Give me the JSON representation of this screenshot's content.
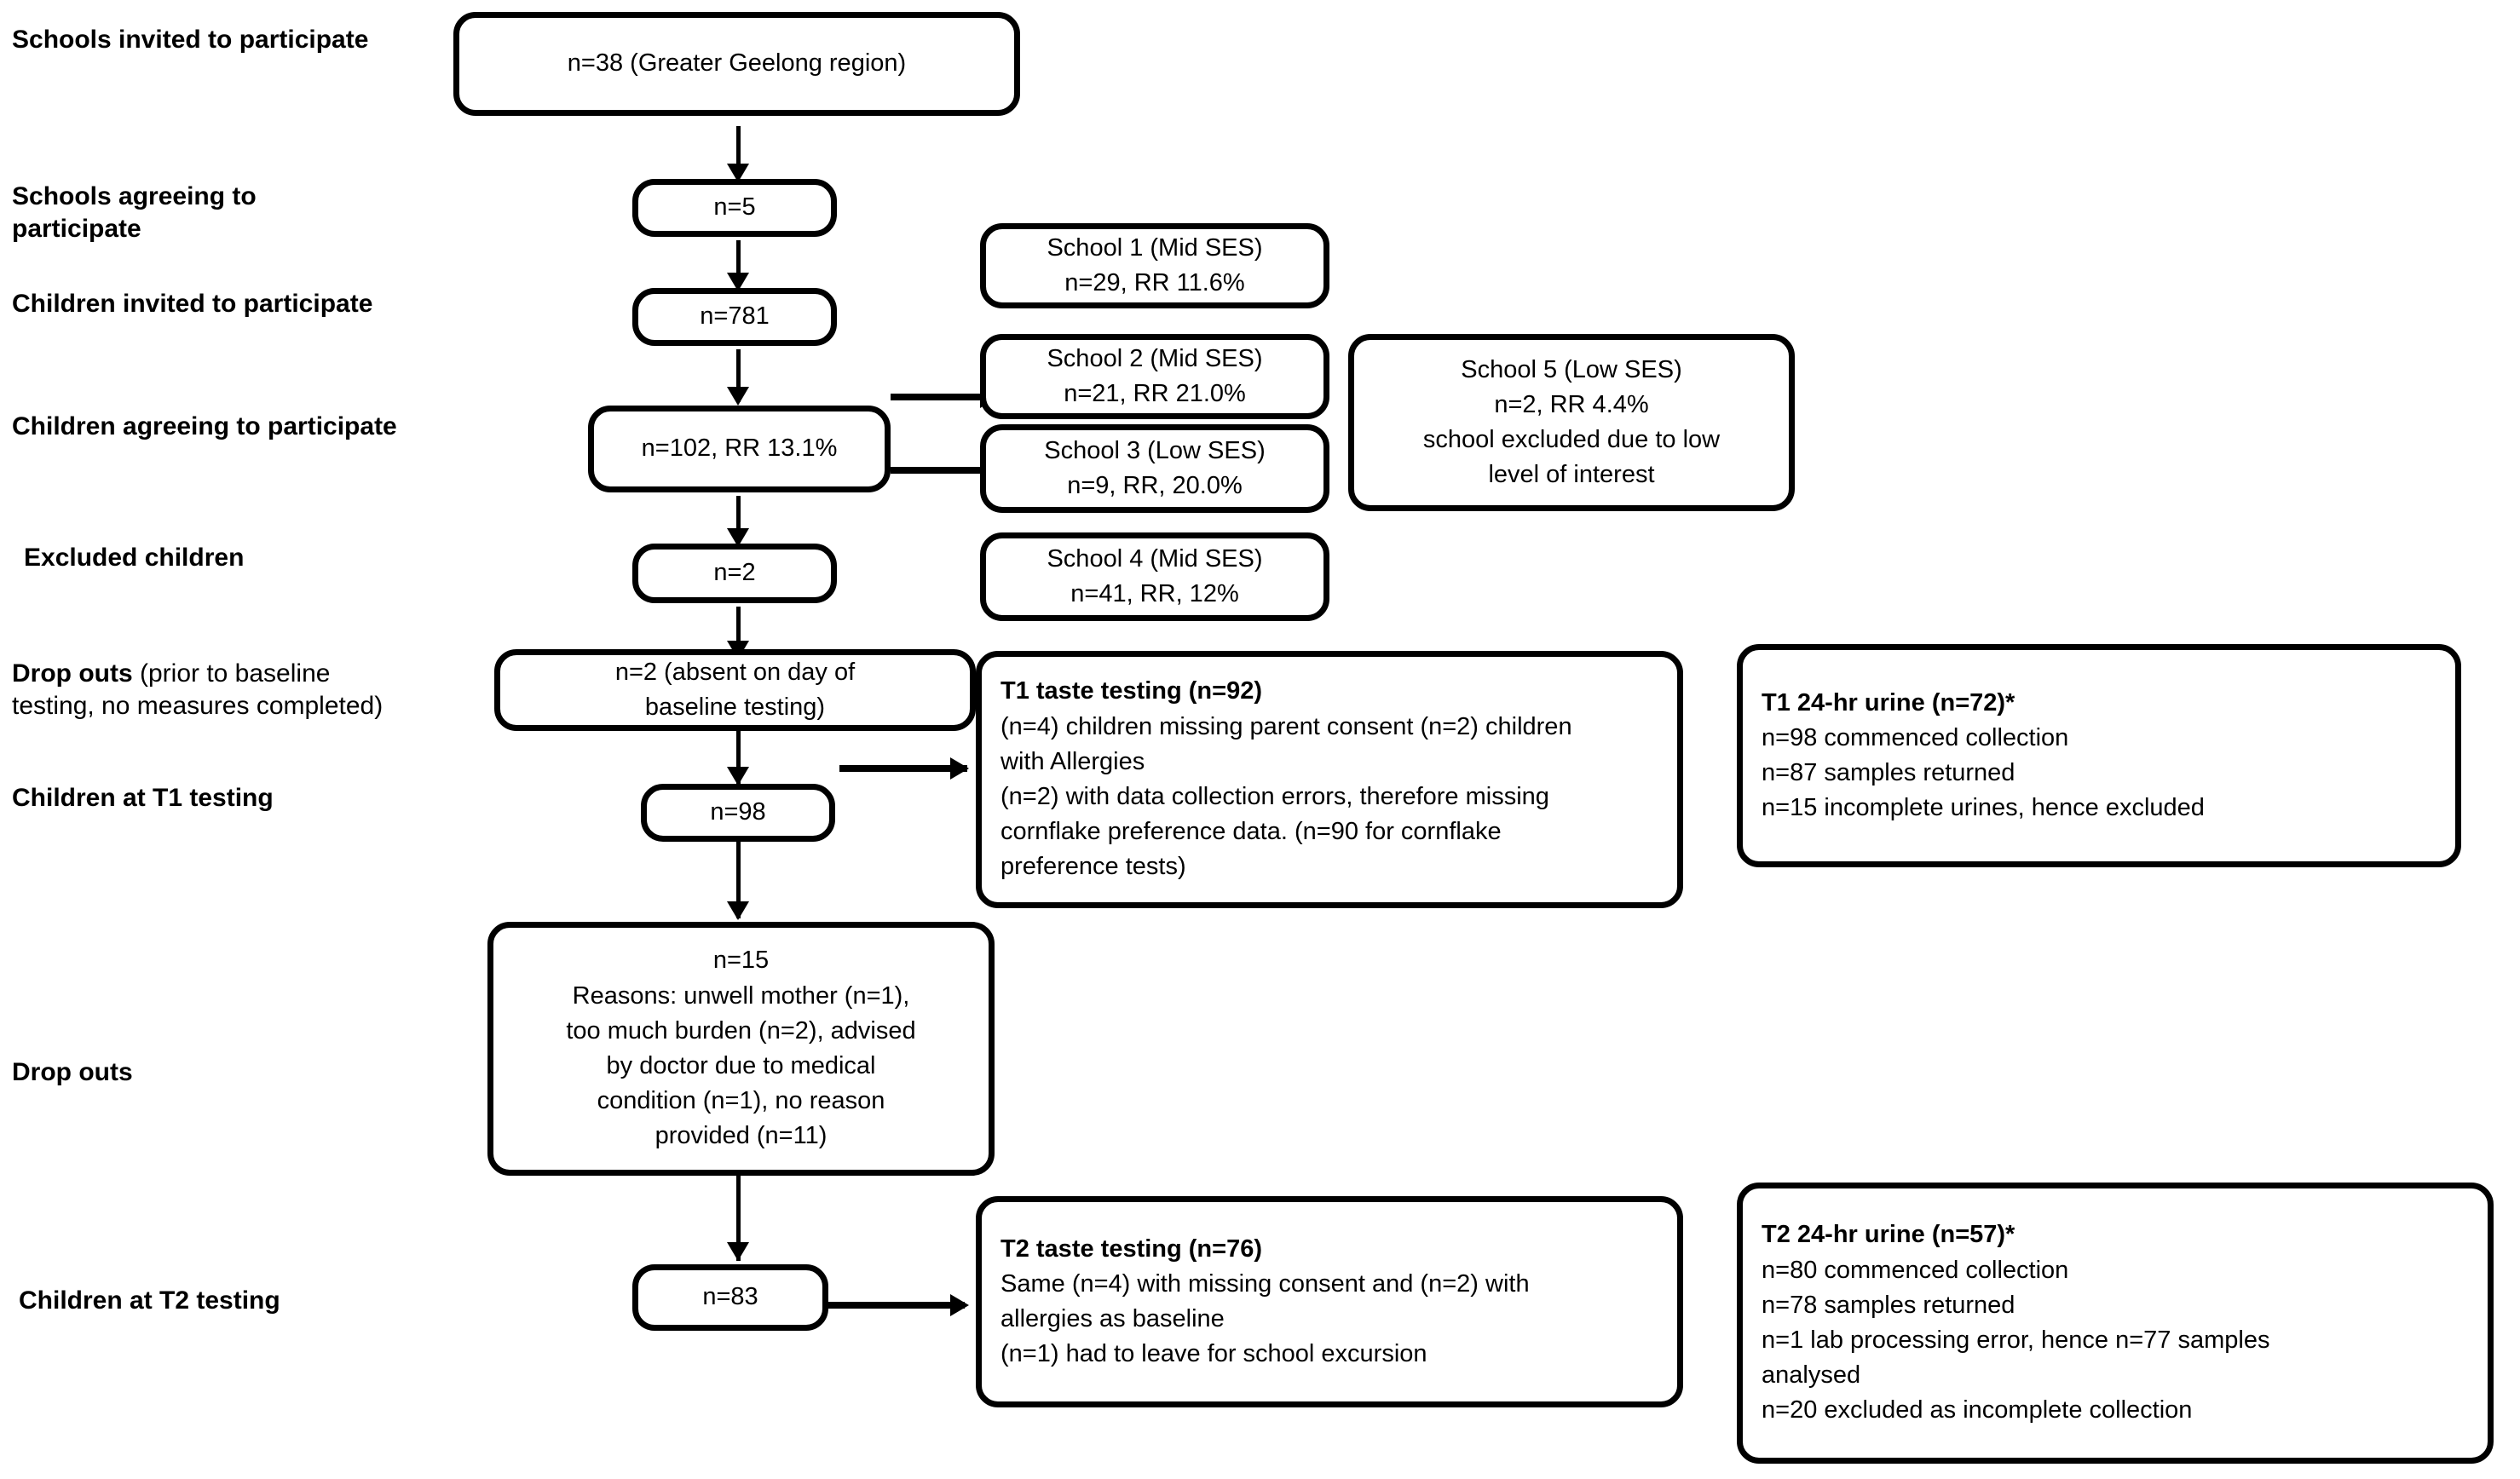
{
  "figure": {
    "type": "flowchart",
    "title": "Participant flow diagram",
    "accent_color": "#000000",
    "background_color": "#ffffff"
  },
  "stage_labels": [
    {
      "id": "schools-invited",
      "text": "Schools invited to participate"
    },
    {
      "id": "schools-agreeing",
      "text": "Schools agreeing to\nparticipate"
    },
    {
      "id": "children-invited",
      "text": "Children invited to participate"
    },
    {
      "id": "children-agreeing",
      "text": "Children agreeing to participate"
    },
    {
      "id": "excluded-children",
      "text": "Excluded children"
    },
    {
      "id": "dropouts-baseline",
      "bold": "Drop outs",
      "rest": " (prior to baseline\ntesting, no measures completed)"
    },
    {
      "id": "children-t1",
      "text": "Children at T1 testing"
    },
    {
      "id": "dropouts",
      "text": "Drop outs"
    },
    {
      "id": "children-t2",
      "text": "Children at T2 testing"
    }
  ],
  "flow_boxes": {
    "schools_invited": {
      "line1": "n=38 (Greater Geelong region)"
    },
    "schools_agreed": {
      "line1": "n=5"
    },
    "children_invited": {
      "line1": "n=781"
    },
    "children_agreed": {
      "line1": "n=102, RR 13.1%"
    },
    "excluded": {
      "line1": "n=2"
    },
    "dropouts_baseline": {
      "line1": "n=2 (absent on day of",
      "line2": "baseline testing)"
    },
    "children_t1": {
      "line1": "n=98"
    },
    "dropouts": {
      "line1": "n=15",
      "line2": "Reasons: unwell mother (n=1),",
      "line3": "too much burden (n=2), advised",
      "line4": "by doctor due to medical",
      "line5": "condition (n=1), no reason",
      "line6": "provided (n=11)"
    },
    "children_t2": {
      "line1": "n=83"
    }
  },
  "school_boxes": [
    {
      "id": "school-1",
      "line1": "School 1 (Mid SES)",
      "line2": "n=29, RR 11.6%"
    },
    {
      "id": "school-2",
      "line1": "School 2 (Mid SES)",
      "line2": "n=21, RR 21.0%"
    },
    {
      "id": "school-3",
      "line1": "School 3 (Low SES)",
      "line2": "n=9, RR, 20.0%"
    },
    {
      "id": "school-4",
      "line1": "School 4 (Mid SES)",
      "line2": "n=41, RR, 12%"
    }
  ],
  "school_excluded": {
    "line1": "School 5 (Low SES)",
    "line2": "n=2, RR 4.4%",
    "line3": "school excluded due to low",
    "line4": "level of interest"
  },
  "outcome_boxes": {
    "t1_taste": {
      "header": "T1 taste testing (n=92)",
      "line1": "(n=4) children missing parent consent (n=2) children",
      "line2": "with Allergies",
      "line3": "(n=2) with data collection errors, therefore missing",
      "line4": "cornflake preference data. (n=90 for cornflake",
      "line5": "preference tests)"
    },
    "t1_urine": {
      "header": "T1 24-hr urine (n=72)*",
      "line1": "n=98 commenced collection",
      "line2": "n=87 samples returned",
      "line3": "n=15 incomplete urines, hence excluded"
    },
    "t2_taste": {
      "header": "T2 taste testing (n=76)",
      "line1": "Same (n=4) with missing consent and (n=2) with",
      "line2": "allergies as baseline",
      "line3": "(n=1) had to leave for school excursion"
    },
    "t2_urine": {
      "header": "T2 24-hr urine (n=57)*",
      "line1": "n=80 commenced collection",
      "line2": "n=78 samples returned",
      "line3": "n=1 lab processing error, hence n=77 samples",
      "line4": "analysed",
      "line5": "n=20 excluded as incomplete collection"
    }
  }
}
